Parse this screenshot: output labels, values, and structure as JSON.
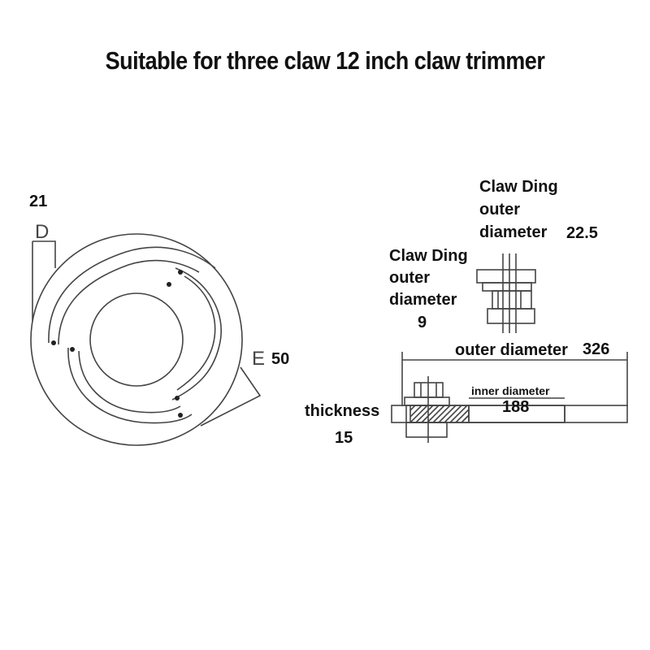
{
  "title": "Suitable for three claw 12 inch claw trimmer",
  "left_view": {
    "dim_d_value": "21",
    "letter_d": "D",
    "letter_e": "E",
    "dim_e_value": "50"
  },
  "right_view": {
    "claw_ding_large": {
      "line1": "Claw Ding",
      "line2": "outer",
      "line3": "diameter",
      "value": "22.5"
    },
    "claw_ding_small": {
      "line1": "Claw Ding",
      "line2": "outer",
      "line3": "diameter",
      "value": "9"
    },
    "outer_diameter": {
      "label": "outer diameter",
      "value": "326"
    },
    "inner_diameter": {
      "label": "inner diameter",
      "value": "188"
    },
    "thickness": {
      "label": "thickness",
      "value": "15"
    }
  },
  "colors": {
    "line": "#444444",
    "text": "#111111",
    "background": "#ffffff"
  }
}
